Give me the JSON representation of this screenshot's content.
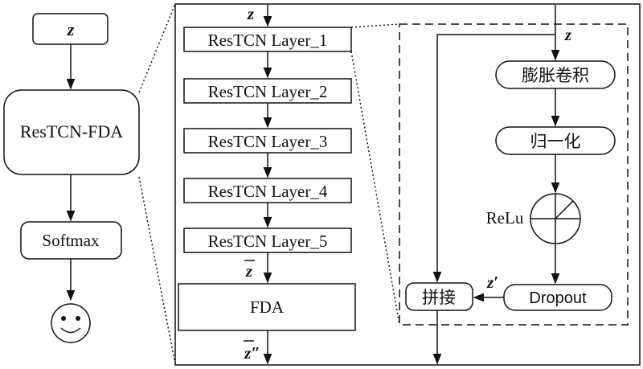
{
  "left_column": {
    "input_label": "z",
    "model_label": "ResTCN-FDA",
    "softmax_label": "Softmax"
  },
  "middle_panel": {
    "input_label": "z",
    "layers": [
      "ResTCN Layer_1",
      "ResTCN Layer_2",
      "ResTCN Layer_3",
      "ResTCN Layer_4",
      "ResTCN Layer_5"
    ],
    "z_bar_label": "z",
    "fda_label": "FDA",
    "z_double_prime_label": "z″"
  },
  "detail_panel": {
    "input_label": "z",
    "dilated_conv_label": "膨胀卷积",
    "normalize_label": "归一化",
    "relu_label": "ReLu",
    "dropout_label": "Dropout",
    "concat_label": "拼接",
    "z_prime_label": "z′"
  }
}
